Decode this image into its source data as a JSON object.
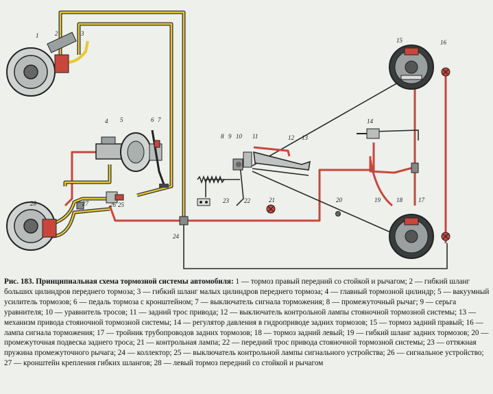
{
  "caption": {
    "title": "Рис. 183. Принципиальная схема тормозной системы автомобиля:",
    "text": " 1 — тормоз правый передний со стойкой и рычагом; 2 — гибкий шланг больших цилиндров переднего тормоза; 3 — гибкий шланг малых цилиндров переднего тормоза; 4 — главный тормозной цилиндр; 5 — вакуумный усилитель тормозов; 6 — педаль тормоза с кронштейном; 7 — выключатель сигнала торможения; 8 — промежуточный рычаг; 9 — серьга уравнителя; 10 — уравнитель тросов; 11 — задний трос привода; 12 — выключатель контрольной лампы стояночной тормозной системы; 13 — механизм привода стояночной тормозной системы; 14 — регулятор давления в гидроприводе задних тормозов; 15 — тормоз задний правый; 16 — лампа сигнала торможения; 17 — тройник трубопроводов задних тормозов; 18 — тормоз задний левый; 19 — гибкий шланг задних тормозов; 20 — промежуточная подвеска заднего троса; 21 — контрольная лампа; 22 — передний трос привода стояночной тормозной системы; 23 — оттяжная пружина промежуточного рычага; 24 — коллектор; 25 — выключатель контрольной лампы сигнального устройства; 26 — сигнальное устройство; 27 — кронштейн крепления гибких шлангов; 28 — левый тормоз передний со стойкой и рычагом"
  },
  "labels": {
    "n1": "1",
    "n2": "2",
    "n3": "3",
    "n4": "4",
    "n5": "5",
    "n6": "6",
    "n7": "7",
    "n8": "8",
    "n9": "9",
    "n10": "10",
    "n11": "11",
    "n12": "12",
    "n13": "13",
    "n14": "14",
    "n15": "15",
    "n16": "16",
    "n17": "17",
    "n18": "18",
    "n19": "19",
    "n20": "20",
    "n21": "21",
    "n22": "22",
    "n23": "23",
    "n24": "24",
    "n25": "25",
    "n26": "26",
    "n27": "27",
    "n28": "28"
  },
  "colors": {
    "hydraulic_red": "#c8463c",
    "hose_yellow": "#e8c832",
    "cable_dark": "#2a2a2a",
    "background": "#eef0ec"
  }
}
